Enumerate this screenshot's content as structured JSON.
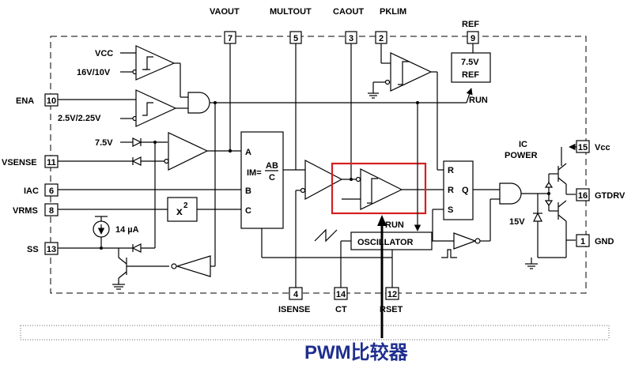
{
  "top_labels": {
    "vaout": "VAOUT",
    "multout": "MULTOUT",
    "caout": "CAOUT",
    "pklim": "PKLIM",
    "ref": "REF"
  },
  "pins": {
    "p7": "7",
    "p5": "5",
    "p3": "3",
    "p2": "2",
    "p9": "9",
    "p10": "10",
    "p11": "11",
    "p6": "6",
    "p8": "8",
    "p13": "13",
    "p4": "4",
    "p14": "14",
    "p12": "12",
    "p15": "15",
    "p16": "16",
    "p1": "1"
  },
  "left_labels": {
    "ena": "ENA",
    "vsense": "VSENSE",
    "iac": "IAC",
    "vrms": "VRMS",
    "ss": "SS"
  },
  "right_labels": {
    "vcc": "Vcc",
    "gtdrv": "GTDRV",
    "gnd": "GND"
  },
  "bottom_labels": {
    "isense": "ISENSE",
    "ct": "CT",
    "rset": "RSET"
  },
  "internal": {
    "vcc": "VCC",
    "v16_10": "16V/10V",
    "v25_225": "2.5V/2.25V",
    "v75": "7.5V",
    "i14ua": "14 µA",
    "x2": "x",
    "x2_sup": "2",
    "mult_a": "A",
    "mult_b": "B",
    "mult_c": "C",
    "mult_im": "IM=",
    "mult_ab": "AB",
    "mult_cden": "C",
    "ref_v": "7.5V",
    "ref_t": "REF",
    "run1": "RUN",
    "run2": "RUN",
    "latch_r1": "R",
    "latch_r2": "R",
    "latch_s": "S",
    "latch_q": "Q",
    "oscillator": "OSCILLATOR",
    "ic_power_1": "IC",
    "ic_power_2": "POWER",
    "v15": "15V"
  },
  "caption": "PWM比较器",
  "highlight_color": "#d42020",
  "caption_color": "#1f2f8f"
}
